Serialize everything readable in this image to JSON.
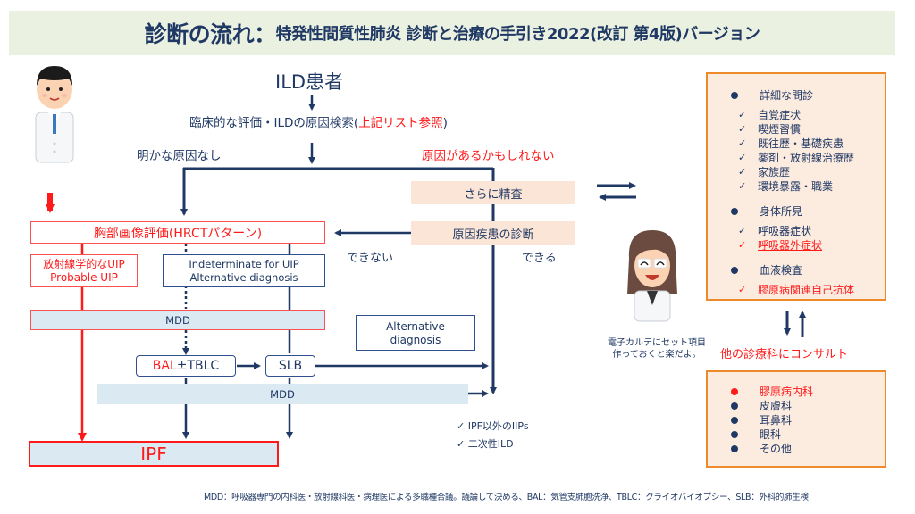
{
  "title": {
    "main": "診断の流れ：",
    "sub": "特発性間質性肺炎 診断と治療の手引き2022(改訂 第4版)バージョン"
  },
  "flow": {
    "start": "ILD患者",
    "evaluation_prefix": "臨床的な評価・ILDの原因検索(",
    "evaluation_ref": "上記リスト参照",
    "evaluation_suffix": ")",
    "no_cause": "明かな原因なし",
    "maybe_cause": "原因があるかもしれない",
    "further_exam": "さらに精査",
    "cause_diagnosis": "原因疾患の診断",
    "cannot": "できない",
    "can": "できる",
    "hrct": "胸部画像評価(HRCTパターン)",
    "uip_line1": "放射線学的なUIP",
    "uip_line2": "Probable UIP",
    "indeterminate_line1": "Indeterminate for UIP",
    "indeterminate_line2": "Alternative diagnosis",
    "mdd1": "MDD",
    "alternative_line1": "Alternative",
    "alternative_line2": "diagnosis",
    "bal": "BAL",
    "tblc": "±TBLC",
    "slb": "SLB",
    "mdd2": "MDD",
    "ipf": "IPF",
    "outcomes": [
      "IPF以外のIIPs",
      "二次性ILD"
    ]
  },
  "checklist": {
    "sections": [
      {
        "heading": "詳細な問診",
        "items": [
          {
            "label": "自覚症状",
            "highlight": false
          },
          {
            "label": "喫煙習慣",
            "highlight": false
          },
          {
            "label": "既往歴・基礎疾患",
            "highlight": false
          },
          {
            "label": "薬剤・放射線治療歴",
            "highlight": false
          },
          {
            "label": "家族歴",
            "highlight": false
          },
          {
            "label": "環境暴露・職業",
            "highlight": false
          }
        ]
      },
      {
        "heading": "身体所見",
        "items": [
          {
            "label": "呼吸器症状",
            "highlight": false
          },
          {
            "label": "呼吸器外症状",
            "highlight": true
          }
        ]
      },
      {
        "heading": "血液検査",
        "items": [
          {
            "label": "膠原病関連自己抗体",
            "highlight": true
          }
        ]
      }
    ]
  },
  "consult": {
    "label": "他の診療科にコンサルト",
    "departments": [
      {
        "label": "膠原病内科",
        "highlight": true
      },
      {
        "label": "皮膚科",
        "highlight": false
      },
      {
        "label": "耳鼻科",
        "highlight": false
      },
      {
        "label": "眼科",
        "highlight": false
      },
      {
        "label": "その他",
        "highlight": false
      }
    ]
  },
  "doctor_comment": {
    "line1": "電子カルテにセット項目",
    "line2": "作っておくと楽だよ。"
  },
  "footnote": "MDD：呼吸器専門の内科医・放射線科医・病理医による多職種合議。議論して決める、BAL：気管支肺胞洗浄、TBLC：クライオバイオプシー、SLB：外科的肺生検",
  "colors": {
    "navy": "#1f3864",
    "red": "#ff1a1a",
    "orange": "#ed8a2c",
    "peach": "#fbe5d6",
    "light_blue": "#dbeaf2",
    "title_bg": "#ebf1e0"
  }
}
